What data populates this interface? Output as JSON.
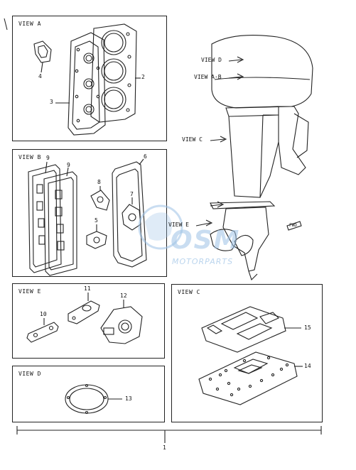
{
  "panels": {
    "view_a": {
      "title": "VIEW A"
    },
    "view_b": {
      "title": "VIEW B"
    },
    "view_e": {
      "title": "VIEW E"
    },
    "view_d": {
      "title": "VIEW D"
    },
    "view_c": {
      "title": "VIEW C"
    }
  },
  "engine_callouts": {
    "view_d": "VIEW D",
    "view_ab": "VIEW A·B",
    "view_c": "VIEW C",
    "view_e": "VIEW E",
    "fwd": "FWD"
  },
  "part_numbers": {
    "p1": "1",
    "p2": "2",
    "p3": "3",
    "p4": "4",
    "p5": "5",
    "p6": "6",
    "p7": "7",
    "p8": "8",
    "p9a": "9",
    "p9b": "9",
    "p10": "10",
    "p11": "11",
    "p12": "12",
    "p13": "13",
    "p14": "14",
    "p15": "15"
  },
  "watermark": {
    "brand": "OSM",
    "sub": "MOTORPARTS"
  },
  "colors": {
    "line": "#222222",
    "watermark": "#9ec3e6"
  }
}
